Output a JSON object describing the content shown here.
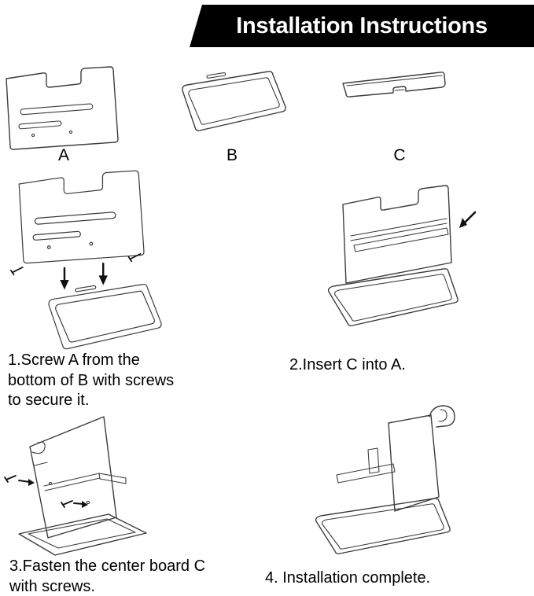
{
  "header": {
    "title": "Installation Instructions"
  },
  "parts": [
    {
      "label": "A"
    },
    {
      "label": "B"
    },
    {
      "label": "C"
    }
  ],
  "steps": [
    {
      "caption": "1.Screw A from the bottom of B with screws to secure it."
    },
    {
      "caption": "2.Insert C into A."
    },
    {
      "caption": "3.Fasten the center board C with screws."
    },
    {
      "caption": "4. Installation complete."
    }
  ],
  "colors": {
    "banner_bg": "#000000",
    "banner_text": "#ffffff",
    "line_art": "#3d3d3d",
    "background": "#ffffff"
  },
  "illustrations": {
    "part_a": "side-panel-a-line-drawing",
    "part_b": "base-tray-b-line-drawing",
    "part_c": "center-shelf-c-line-drawing",
    "step_1": "screw-a-to-b-diagram",
    "step_2": "insert-c-into-a-diagram",
    "step_3": "fasten-center-board-diagram",
    "step_4": "assembled-unit-diagram"
  }
}
